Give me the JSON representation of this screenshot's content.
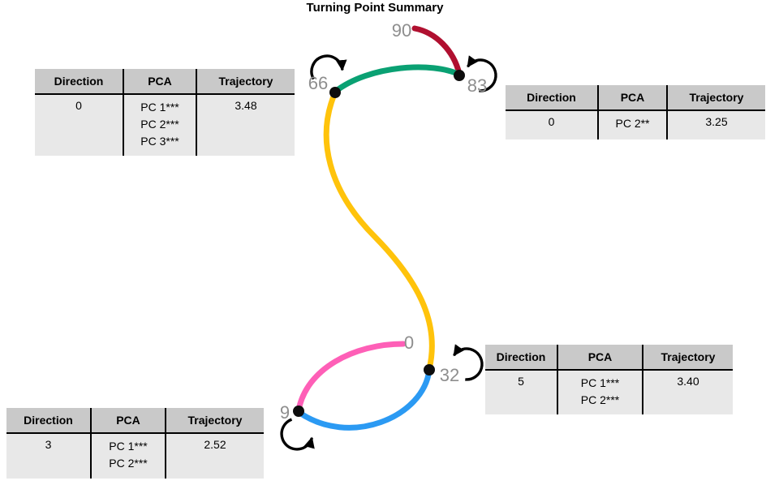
{
  "title": "Turning Point Summary",
  "colors": {
    "red": "#b01030",
    "green": "#0aa173",
    "yellow": "#ffc30b",
    "blue": "#2b9af3",
    "pink": "#fe5fb7",
    "label_gray": "#8e8e8e",
    "dot_black": "#0d0d0d",
    "table_header_bg": "#c9c9c9",
    "table_row_bg": "#e8e8e8"
  },
  "table_headers": {
    "direction": "Direction",
    "pca": "PCA",
    "trajectory": "Trajectory"
  },
  "tables": {
    "top_left": {
      "direction": "0",
      "pca": "PC 1***\nPC 2***\nPC 3***",
      "trajectory": "3.48"
    },
    "top_right": {
      "direction": "0",
      "pca": "PC 2**",
      "trajectory": "3.25"
    },
    "bottom_right": {
      "direction": "5",
      "pca": "PC 1***\nPC 2***",
      "trajectory": "3.40"
    },
    "bottom_left": {
      "direction": "3",
      "pca": "PC 1***\nPC 2***",
      "trajectory": "2.52"
    }
  },
  "point_labels": {
    "p90": "90",
    "p83": "83",
    "p66": "66",
    "p32": "32",
    "p9": "9",
    "p0": "0"
  }
}
